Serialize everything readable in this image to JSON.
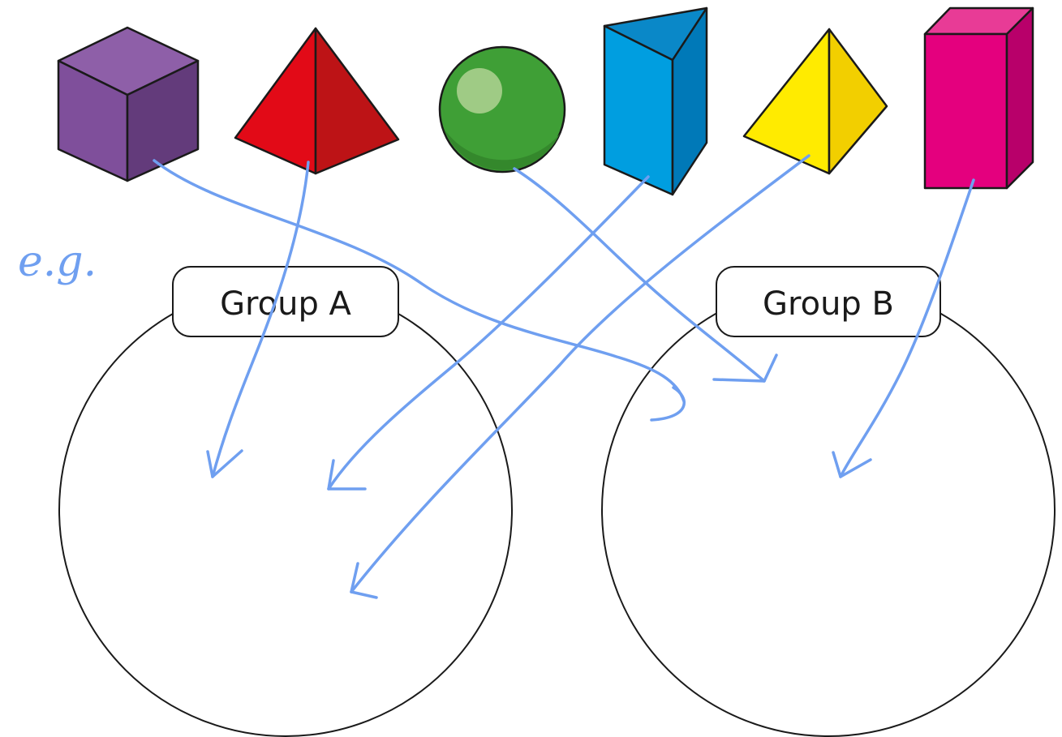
{
  "annotation": {
    "text": "e.g."
  },
  "groups": [
    {
      "id": "A",
      "label": "Group A"
    },
    {
      "id": "B",
      "label": "Group B"
    }
  ],
  "shapes": [
    {
      "name": "cube",
      "color": "#7f4f9b"
    },
    {
      "name": "square-pyramid",
      "color": "#e20a17"
    },
    {
      "name": "sphere",
      "color": "#3f9f36"
    },
    {
      "name": "triangular-prism",
      "color": "#009ee0"
    },
    {
      "name": "triangular-pyramid",
      "color": "#ffeb00"
    },
    {
      "name": "cuboid",
      "color": "#e4007e"
    }
  ],
  "arrows": [
    {
      "from": "cube",
      "to": "B"
    },
    {
      "from": "square-pyramid",
      "to": "A"
    },
    {
      "from": "sphere",
      "to": "B"
    },
    {
      "from": "triangular-prism",
      "to": "A"
    },
    {
      "from": "triangular-pyramid",
      "to": "A"
    },
    {
      "from": "cuboid",
      "to": "B"
    }
  ],
  "colors": {
    "arrow": "#6f9ff0",
    "outline": "#1a1a1a"
  }
}
